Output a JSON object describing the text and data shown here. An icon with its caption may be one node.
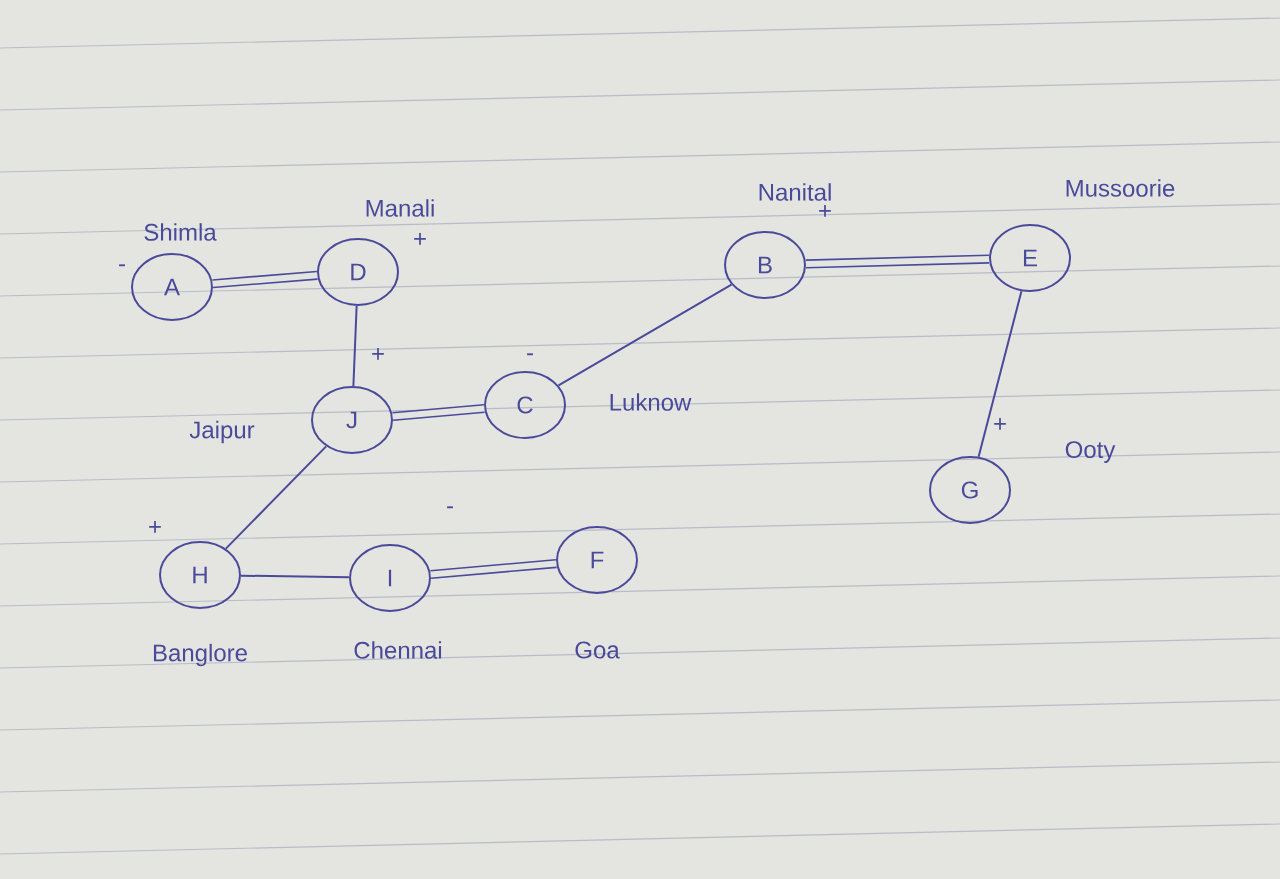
{
  "diagram": {
    "nodes": [
      {
        "text": [
          "A"
        ],
        "beside": [
          "Shimla",
          "-"
        ]
      },
      {
        "text": [
          "D"
        ],
        "beside": [
          "Manali",
          "+"
        ]
      },
      {
        "text": [
          "J"
        ],
        "beside": [
          "Jaipur",
          "+"
        ]
      },
      {
        "text": [
          "C"
        ],
        "beside": [
          "Luknow",
          "-"
        ]
      },
      {
        "text": [
          "B"
        ],
        "beside": [
          "Nanital",
          "+"
        ]
      },
      {
        "text": [
          "E"
        ],
        "beside": [
          "Mussoorie"
        ]
      },
      {
        "text": [
          "G"
        ],
        "beside": [
          "Ooty",
          "+"
        ]
      },
      {
        "text": [
          "H"
        ],
        "beside": [
          "Banglore",
          "+"
        ]
      },
      {
        "text": [
          "I"
        ],
        "beside": [
          "Chennai",
          "-"
        ]
      },
      {
        "text": [
          "F"
        ],
        "beside": [
          "Goa"
        ]
      }
    ],
    "edges": [
      {
        "from": 0,
        "to": 1,
        "arrow": "none",
        "style": "thick"
      },
      {
        "from": 1,
        "to": 2,
        "arrow": "none"
      },
      {
        "from": 2,
        "to": 3,
        "arrow": "none",
        "style": "thick"
      },
      {
        "from": 3,
        "to": 4,
        "arrow": "none"
      },
      {
        "from": 4,
        "to": 5,
        "arrow": "none",
        "style": "thick"
      },
      {
        "from": 5,
        "to": 6,
        "arrow": "none"
      },
      {
        "from": 2,
        "to": 7,
        "arrow": "none"
      },
      {
        "from": 7,
        "to": 8,
        "arrow": "none"
      },
      {
        "from": 8,
        "to": 9,
        "arrow": "none",
        "style": "thick"
      }
    ]
  }
}
